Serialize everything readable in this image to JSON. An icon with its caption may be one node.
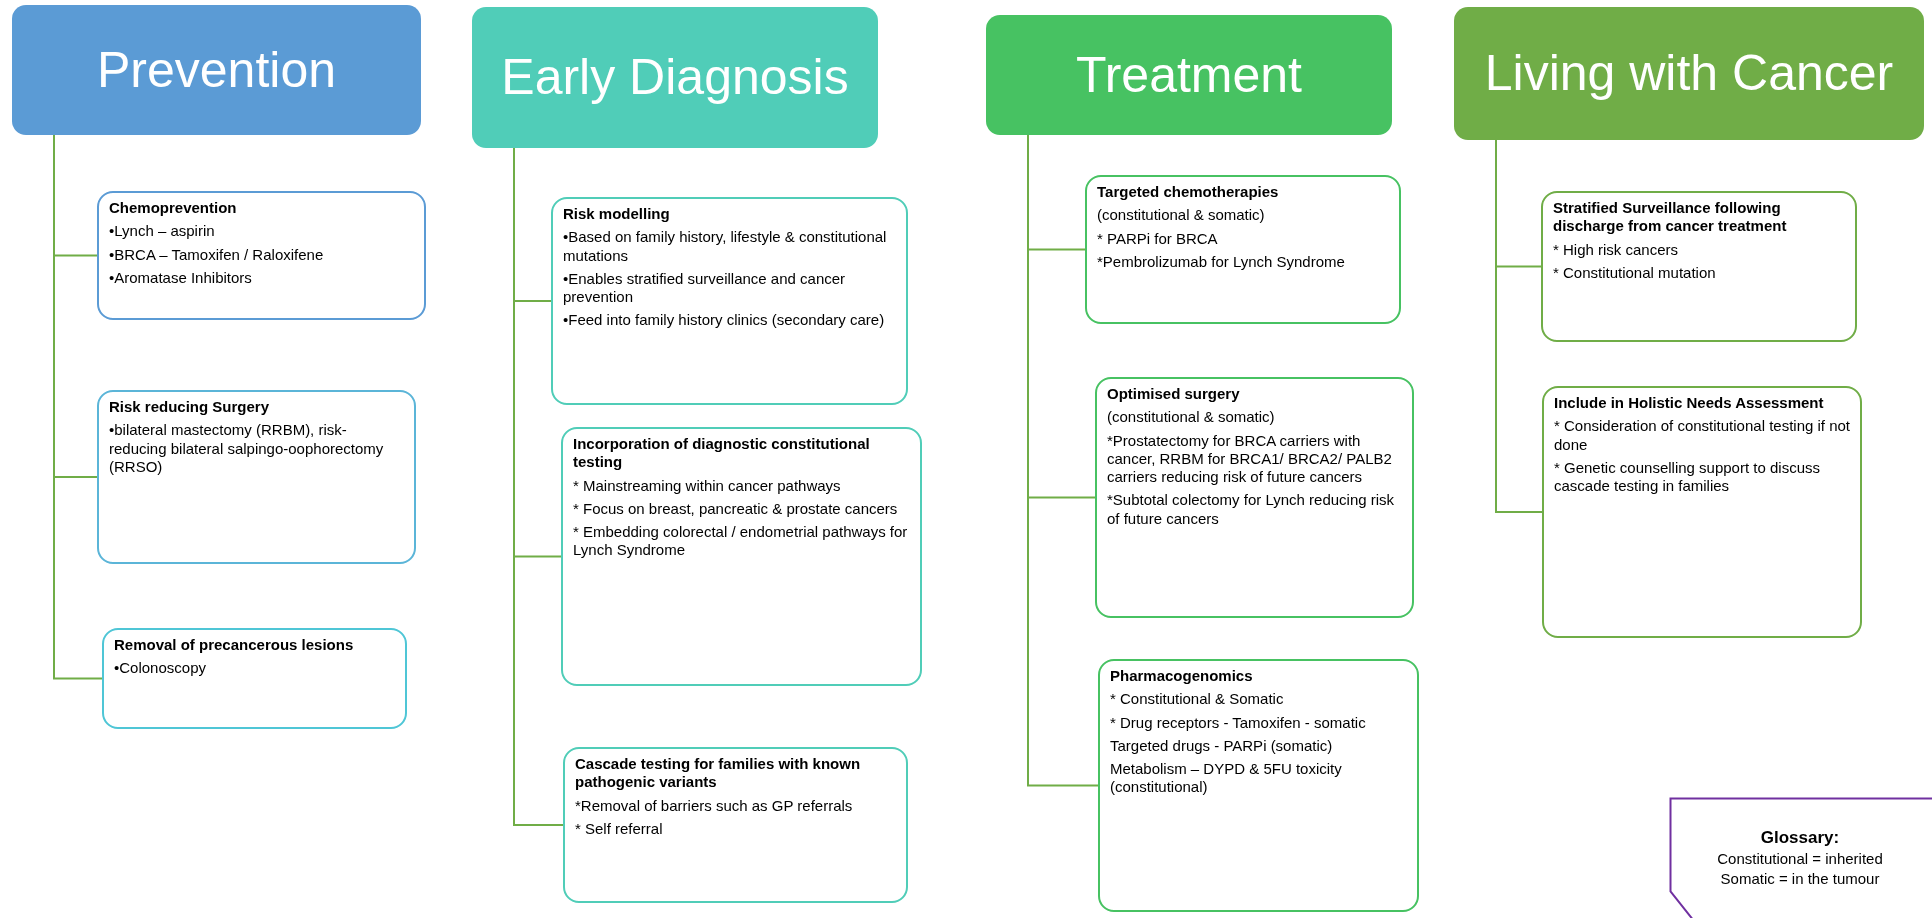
{
  "diagram": {
    "nodes": [
      {
        "text": [
          "Prevention"
        ]
      },
      {
        "text": [
          "Chemoprevention",
          "•Lynch – aspirin",
          "•BRCA – Tamoxifen / Raloxifene",
          "•Aromatase Inhibitors"
        ]
      },
      {
        "text": [
          "Risk reducing Surgery",
          "•bilateral mastectomy (RRBM), risk-reducing bilateral salpingo-oophorectomy (RRSO)"
        ]
      },
      {
        "text": [
          "Removal of precancerous lesions",
          "•Colonoscopy"
        ]
      },
      {
        "text": [
          "Early Diagnosis"
        ]
      },
      {
        "text": [
          "Risk modelling",
          "•Based on family history, lifestyle & constitutional mutations",
          "•Enables stratified surveillance and cancer prevention",
          "•Feed into family history clinics (secondary care)"
        ]
      },
      {
        "text": [
          "Incorporation of diagnostic constitutional testing",
          "* Mainstreaming within cancer pathways",
          "* Focus on breast, pancreatic & prostate cancers",
          "* Embedding colorectal / endometrial pathways for Lynch Syndrome"
        ]
      },
      {
        "text": [
          "Cascade testing for families with known pathogenic variants",
          "*Removal of barriers such as GP referrals",
          "* Self referral"
        ]
      },
      {
        "text": [
          "Treatment"
        ]
      },
      {
        "text": [
          "Targeted chemotherapies",
          "(constitutional & somatic)",
          "* PARPi for BRCA",
          "*Pembrolizumab for Lynch Syndrome"
        ]
      },
      {
        "text": [
          "Optimised surgery",
          "(constitutional & somatic)",
          "*Prostatectomy for BRCA carriers with cancer, RRBM for BRCA1/ BRCA2/ PALB2 carriers reducing risk of future cancers",
          "*Subtotal colectomy for Lynch reducing risk of future cancers"
        ]
      },
      {
        "text": [
          "Pharmacogenomics",
          "* Constitutional & Somatic",
          "* Drug receptors - Tamoxifen - somatic",
          "Targeted drugs  - PARPi (somatic)",
          "Metabolism – DYPD & 5FU toxicity  (constitutional)"
        ]
      },
      {
        "text": [
          "Living with Cancer"
        ]
      },
      {
        "text": [
          "Stratified Surveillance following discharge from cancer treatment",
          "* High risk cancers",
          "* Constitutional mutation"
        ]
      },
      {
        "text": [
          "Include in Holistic Needs Assessment",
          "* Consideration of constitutional testing if not done",
          "* Genetic counselling  support to discuss cascade testing in families"
        ]
      },
      {
        "text": [
          "Glossary:",
          "Constitutional = inherited",
          "Somatic = in the tumour"
        ]
      }
    ],
    "edges": [
      {
        "from": 0,
        "to": 1,
        "arrow": "none"
      },
      {
        "from": 0,
        "to": 2,
        "arrow": "none"
      },
      {
        "from": 0,
        "to": 3,
        "arrow": "none"
      },
      {
        "from": 4,
        "to": 5,
        "arrow": "none"
      },
      {
        "from": 4,
        "to": 6,
        "arrow": "none"
      },
      {
        "from": 4,
        "to": 7,
        "arrow": "none"
      },
      {
        "from": 8,
        "to": 9,
        "arrow": "none"
      },
      {
        "from": 8,
        "to": 10,
        "arrow": "none"
      },
      {
        "from": 8,
        "to": 11,
        "arrow": "none"
      },
      {
        "from": 12,
        "to": 13,
        "arrow": "none"
      },
      {
        "from": 12,
        "to": 14,
        "arrow": "none"
      }
    ]
  }
}
